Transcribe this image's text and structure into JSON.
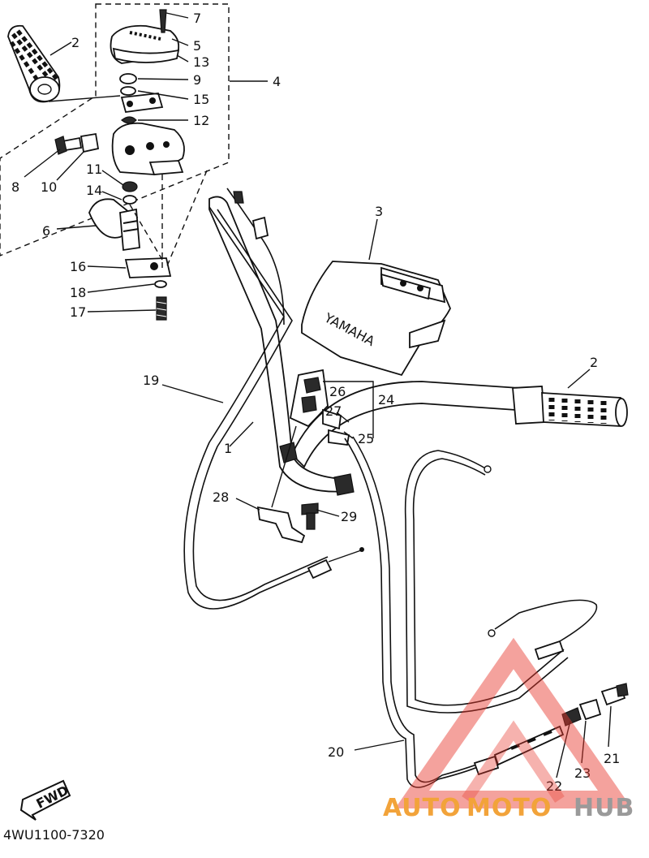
{
  "diagram": {
    "drawing_code": "4WU1100-7320",
    "direction_badge": "FWD",
    "brand_on_part": "YAMAHA",
    "callouts": {
      "c1": "1",
      "c2a": "2",
      "c2b": "2",
      "c3": "3",
      "c4": "4",
      "c5": "5",
      "c6": "6",
      "c7": "7",
      "c8": "8",
      "c9": "9",
      "c10": "10",
      "c11": "11",
      "c12": "12",
      "c13": "13",
      "c14": "14",
      "c15": "15",
      "c16": "16",
      "c17": "17",
      "c18": "18",
      "c19": "19",
      "c20": "20",
      "c21": "21",
      "c22": "22",
      "c23": "23",
      "c24": "24",
      "c25": "25",
      "c26": "26",
      "c27": "27",
      "c28": "28",
      "c29": "29"
    }
  },
  "watermark": {
    "part1": "AUTO",
    "part2": "MOTO",
    "part3": "HUB",
    "colors": {
      "accent": "#e8382d",
      "orange": "#f2a33a",
      "gray": "#9a9a9a"
    }
  }
}
